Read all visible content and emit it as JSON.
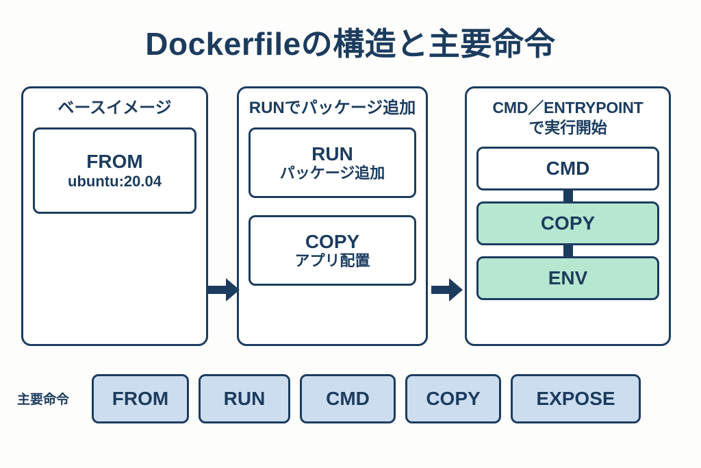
{
  "title": "Dockerfileの構造と主要命令",
  "panels": [
    {
      "heading": "ベースイメージ",
      "nodes": [
        {
          "cmd": "FROM",
          "sub": "ubuntu:20.04",
          "style": "white"
        }
      ]
    },
    {
      "heading": "RUNでパッケージ追加",
      "nodes": [
        {
          "cmd": "RUN",
          "sub": "パッケージ追加",
          "style": "white"
        },
        {
          "cmd": "COPY",
          "sub": "アプリ配置",
          "style": "white"
        }
      ]
    },
    {
      "heading": "CMD／ENTRYPOINTで実行開始",
      "heading_line1": "CMD／ENTRYPOINT",
      "heading_line2": "で実行開始",
      "nodes": [
        {
          "cmd": "CMD",
          "sub": "",
          "style": "white"
        },
        {
          "cmd": "COPY",
          "sub": "",
          "style": "green"
        },
        {
          "cmd": "ENV",
          "sub": "",
          "style": "green"
        }
      ]
    }
  ],
  "arrows": [
    {
      "name": "arrow-panel1-to-panel2",
      "direction": "right"
    },
    {
      "name": "arrow-panel2-to-panel3",
      "direction": "right"
    }
  ],
  "commands_row": {
    "label": "主要命令",
    "chips": [
      "FROM",
      "RUN",
      "CMD",
      "COPY",
      "EXPOSE"
    ]
  },
  "colors": {
    "navy": "#1c3c5e",
    "green_fill": "#b6e7d0",
    "chip_fill": "#ccddef",
    "panel_fill": "#ffffff",
    "background": "#fdfdfc"
  }
}
